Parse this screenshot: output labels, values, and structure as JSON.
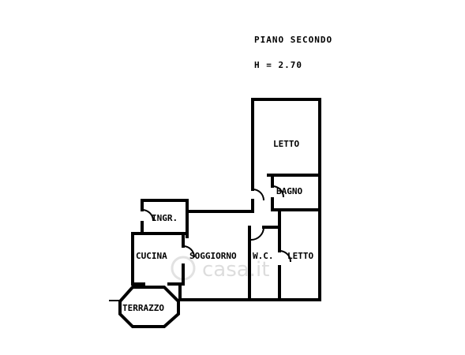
{
  "header": {
    "floor_label": "PIANO SECONDO",
    "height_label": "H = 2.70"
  },
  "rooms": {
    "letto_top": "LETTO",
    "bagno": "BAGNO",
    "ingresso": "INGR.",
    "cucina": "CUCINA",
    "soggiorno": "SOGGIORNO",
    "wc": "W.C.",
    "letto_bottom": "LETTO",
    "terrazzo": "TERRAZZO"
  },
  "watermark": {
    "text": "casa.it"
  }
}
